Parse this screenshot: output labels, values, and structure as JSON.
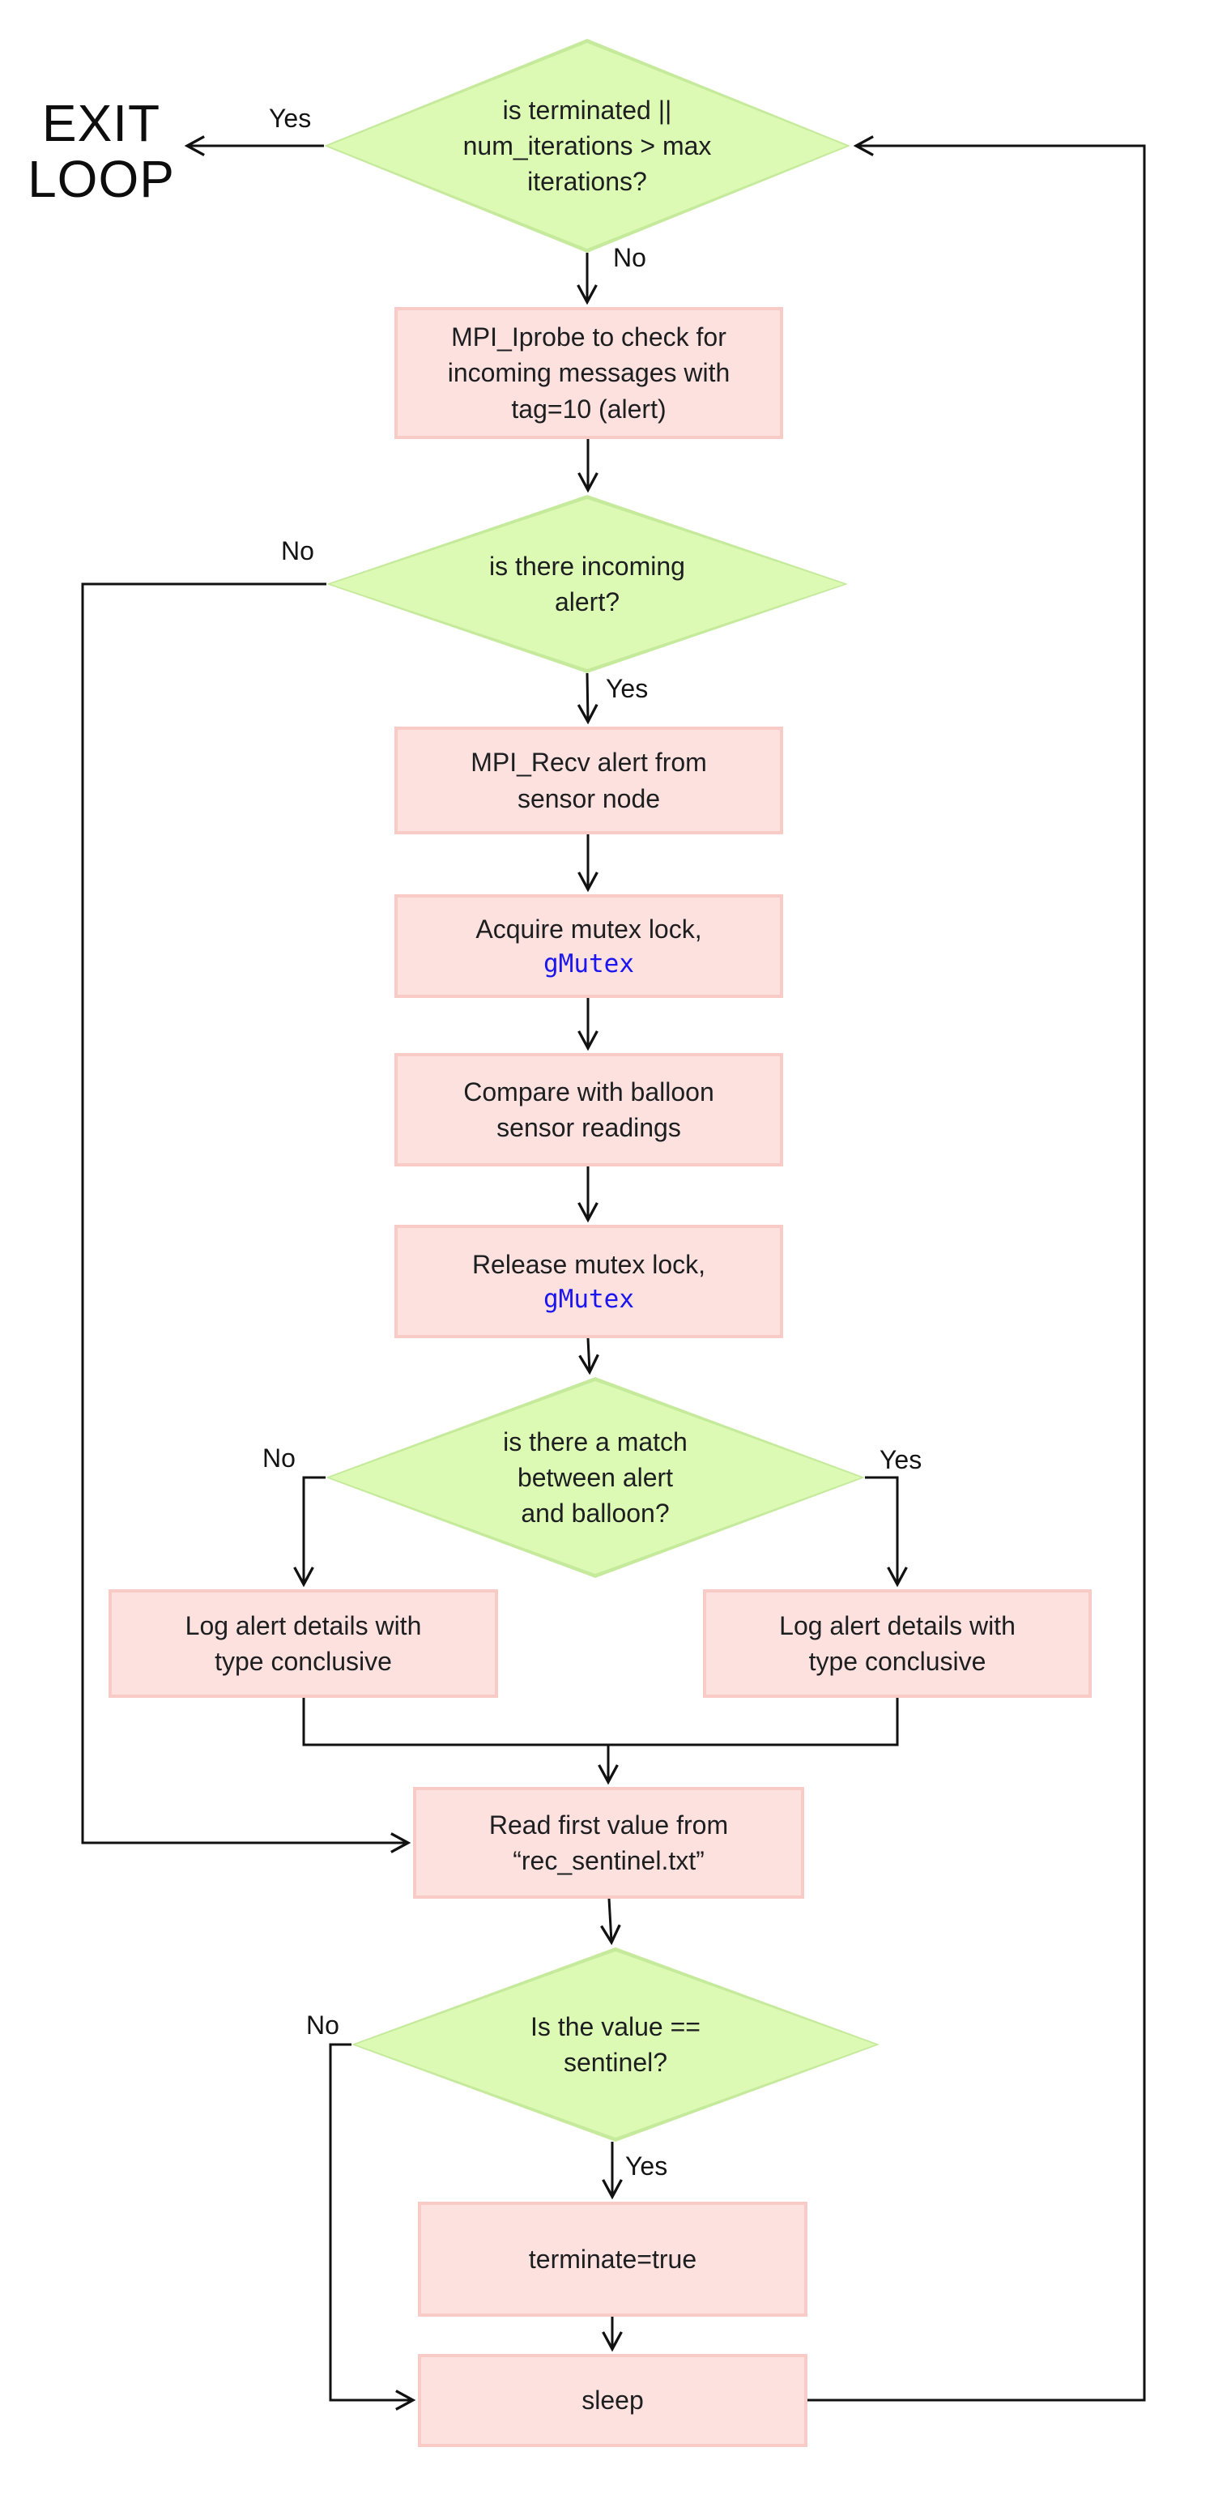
{
  "diagram": {
    "kind": "flowchart",
    "exit_label": "EXIT\nLOOP"
  },
  "colors": {
    "decision_fill": "#ddfab4",
    "decision_border": "#c6ea9c",
    "process_fill": "#fce1df",
    "process_border": "#f8cbc6",
    "connector": "#111111",
    "code_text": "#1b16f0"
  },
  "nodes": {
    "cond_loop": {
      "type": "decision",
      "label": "is terminated ||\nnum_iterations > max\niterations?"
    },
    "proc_iprobe": {
      "type": "process",
      "label": "MPI_Iprobe to check for\nincoming messages with\ntag=10 (alert)"
    },
    "cond_incoming_alert": {
      "type": "decision",
      "label": "is there incoming\nalert?"
    },
    "proc_recv": {
      "type": "process",
      "label": "MPI_Recv alert from\nsensor node"
    },
    "proc_acquire": {
      "type": "process",
      "label": "Acquire mutex lock,",
      "code": "gMutex"
    },
    "proc_compare": {
      "type": "process",
      "label": "Compare with balloon\nsensor readings"
    },
    "proc_release": {
      "type": "process",
      "label": "Release mutex lock,",
      "code": "gMutex"
    },
    "cond_match": {
      "type": "decision",
      "label": "is there a match\nbetween alert\nand balloon?"
    },
    "proc_log_left": {
      "type": "process",
      "label": "Log alert details with\ntype conclusive"
    },
    "proc_log_right": {
      "type": "process",
      "label": "Log alert details with\ntype conclusive"
    },
    "proc_read_sentinel": {
      "type": "process",
      "label": "Read first value from\n“rec_sentinel.txt”"
    },
    "cond_sentinel": {
      "type": "decision",
      "label": "Is the value ==\nsentinel?"
    },
    "proc_terminate": {
      "type": "process",
      "label": "terminate=true"
    },
    "proc_sleep": {
      "type": "process",
      "label": "sleep"
    }
  },
  "edge_labels": {
    "loop_yes": "Yes",
    "loop_no": "No",
    "alert_no": "No",
    "alert_yes": "Yes",
    "match_no": "No",
    "match_yes": "Yes",
    "sentinel_no": "No",
    "sentinel_yes": "Yes"
  }
}
